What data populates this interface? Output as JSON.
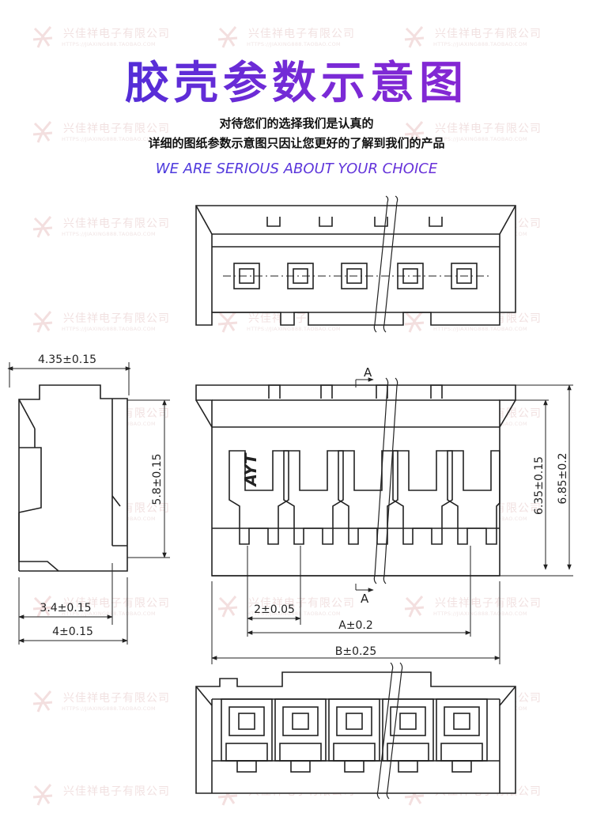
{
  "watermark": {
    "company": "兴佳祥电子有限公司",
    "url": "HTTPS://JIAXING888.TAOBAO.COM"
  },
  "header": {
    "title": "胶壳参数示意图",
    "line1": "对待您们的选择我们是认真的",
    "line2": "详细的图纸参数示意图只因让您更好的了解到我们的产品",
    "slogan": "WE ARE SERIOUS ABOUT YOUR CHOICE"
  },
  "drawing": {
    "dim_width_top": "4.35±0.15",
    "dim_height_side": "5.8±0.15",
    "dim_bottom_inner": "3.4±0.15",
    "dim_bottom_outer": "4±0.15",
    "dim_pitch": "2±0.05",
    "dim_a": "A±0.2",
    "dim_b": "B±0.25",
    "dim_height_inner": "6.35±0.15",
    "dim_height_outer": "6.85±0.2",
    "section_label_top": "A",
    "section_label_bottom": "A",
    "brand_mark": "AYT"
  },
  "colors": {
    "title_gradient_start": "#3b2fd8",
    "title_gradient_end": "#8e24d0",
    "watermark": "#e7c9c9",
    "line": "#222222"
  }
}
